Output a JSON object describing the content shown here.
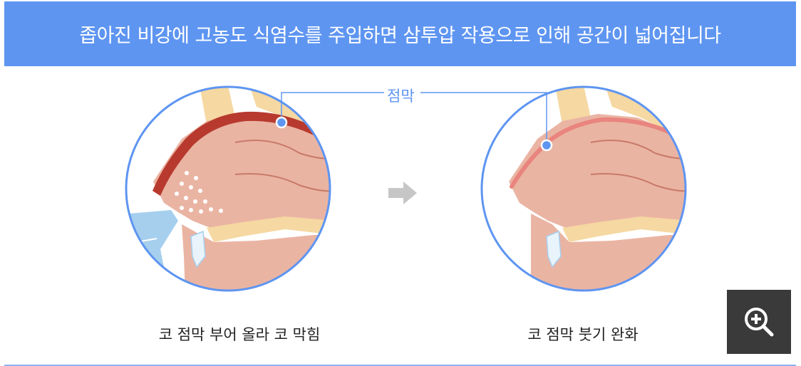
{
  "header": {
    "title": "좁아진 비강에 고농도 식염수를 주입하면 삼투압 작용으로 인해 공간이 넓어집니다"
  },
  "labels": {
    "mucosa": "점막"
  },
  "panels": [
    {
      "caption": "코 점막 부어 올라 코 막힘"
    },
    {
      "caption": "코 점막 붓기 완화"
    }
  ],
  "colors": {
    "header_bg": "#5e95f1",
    "accent": "#5e95f1",
    "swollen_mucosa": "#b83a2f",
    "normal_mucosa": "#e9847e",
    "tissue": "#eab4a3",
    "bone": "#f6d8a2",
    "saline": "#a6cfee"
  },
  "icons": {
    "zoom": "zoom-in-icon",
    "arrow": "arrow-right-icon"
  }
}
